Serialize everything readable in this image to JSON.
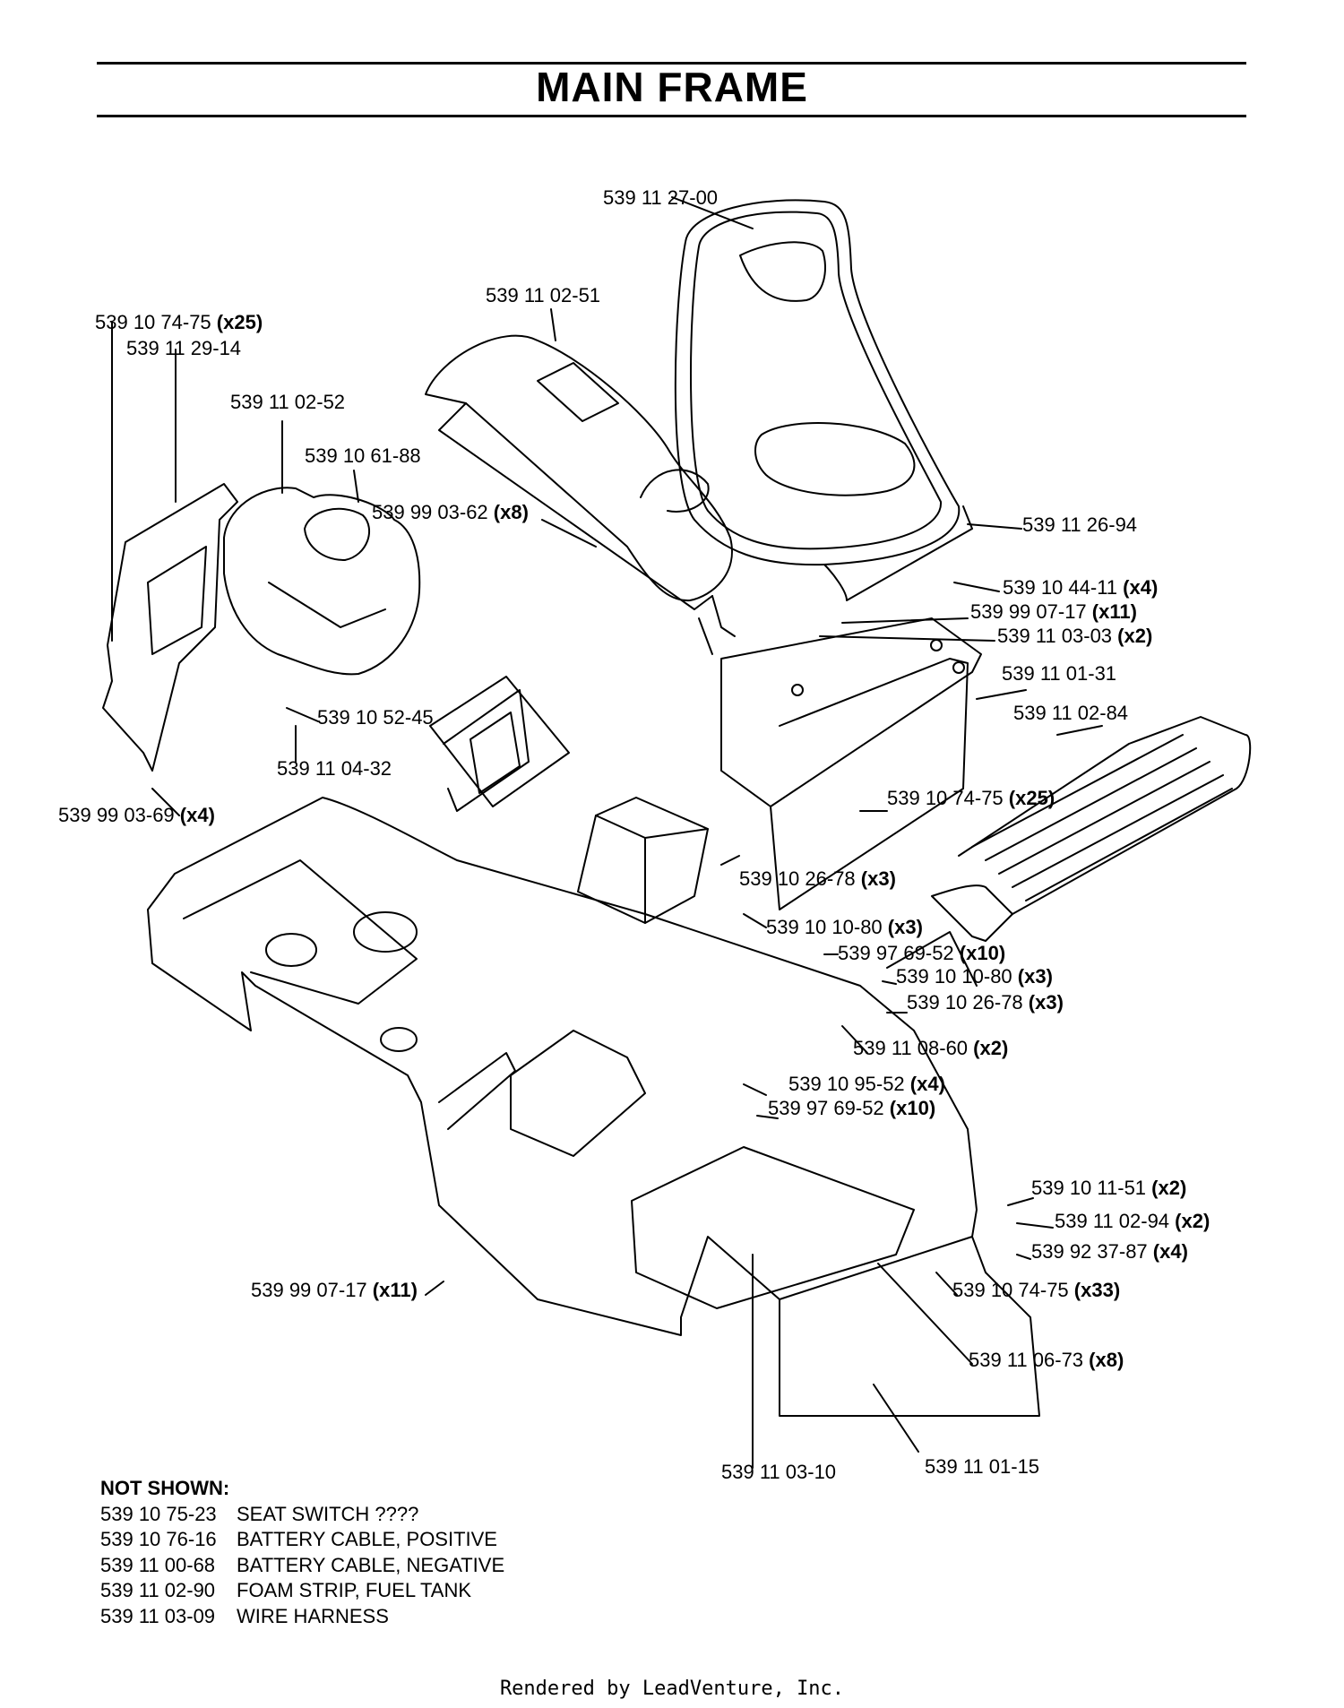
{
  "title": "MAIN FRAME",
  "labels": [
    {
      "id": "p1",
      "pn": "539 11 27-00",
      "qty": ""
    },
    {
      "id": "p2",
      "pn": "539 11 02-51",
      "qty": ""
    },
    {
      "id": "p3",
      "pn": "539 10 74-75",
      "qty": "(x25)"
    },
    {
      "id": "p4",
      "pn": "539 11 29-14",
      "qty": ""
    },
    {
      "id": "p5",
      "pn": "539 11 02-52",
      "qty": ""
    },
    {
      "id": "p6",
      "pn": "539 10 61-88",
      "qty": ""
    },
    {
      "id": "p7",
      "pn": "539 99 03-62",
      "qty": "(x8)"
    },
    {
      "id": "p8",
      "pn": "539 11 26-94",
      "qty": ""
    },
    {
      "id": "p9",
      "pn": "539 10 44-11",
      "qty": "(x4)"
    },
    {
      "id": "p10",
      "pn": "539 99 07-17",
      "qty": "(x11)"
    },
    {
      "id": "p11",
      "pn": "539 11 03-03",
      "qty": "(x2)"
    },
    {
      "id": "p12",
      "pn": "539 11 01-31",
      "qty": ""
    },
    {
      "id": "p13",
      "pn": "539 11 02-84",
      "qty": ""
    },
    {
      "id": "p14",
      "pn": "539 10 52-45",
      "qty": ""
    },
    {
      "id": "p15",
      "pn": "539 11 04-32",
      "qty": ""
    },
    {
      "id": "p16",
      "pn": "539 10 74-75",
      "qty": "(x25)"
    },
    {
      "id": "p17",
      "pn": "539 99 03-69",
      "qty": "(x4)"
    },
    {
      "id": "p18",
      "pn": "539 10 26-78",
      "qty": "(x3)"
    },
    {
      "id": "p19",
      "pn": "539 10 10-80",
      "qty": "(x3)"
    },
    {
      "id": "p20",
      "pn": "539 97 69-52",
      "qty": "(x10)"
    },
    {
      "id": "p21",
      "pn": "539 10 10-80",
      "qty": "(x3)"
    },
    {
      "id": "p22",
      "pn": "539 10 26-78",
      "qty": "(x3)"
    },
    {
      "id": "p23",
      "pn": "539 11 08-60",
      "qty": "(x2)"
    },
    {
      "id": "p24",
      "pn": "539 10 95-52",
      "qty": "(x4)"
    },
    {
      "id": "p25",
      "pn": "539 97 69-52",
      "qty": "(x10)"
    },
    {
      "id": "p26",
      "pn": "539 10 11-51",
      "qty": "(x2)"
    },
    {
      "id": "p27",
      "pn": "539 11 02-94",
      "qty": "(x2)"
    },
    {
      "id": "p28",
      "pn": "539 92 37-87",
      "qty": "(x4)"
    },
    {
      "id": "p29",
      "pn": "539 99 07-17",
      "qty": "(x11)"
    },
    {
      "id": "p30",
      "pn": "539 10 74-75",
      "qty": "(x33)"
    },
    {
      "id": "p31",
      "pn": "539 11 06-73",
      "qty": "(x8)"
    },
    {
      "id": "p32",
      "pn": "539 11 03-10",
      "qty": ""
    },
    {
      "id": "p33",
      "pn": "539 11 01-15",
      "qty": ""
    }
  ],
  "not_shown": {
    "heading": "NOT SHOWN:",
    "items": [
      {
        "pn": "539 10 75-23",
        "desc": "SEAT SWITCH ????"
      },
      {
        "pn": "539 10 76-16",
        "desc": "BATTERY CABLE, POSITIVE"
      },
      {
        "pn": "539 11 00-68",
        "desc": "BATTERY CABLE, NEGATIVE"
      },
      {
        "pn": "539 11 02-90",
        "desc": "FOAM STRIP, FUEL TANK"
      },
      {
        "pn": "539 11 03-09",
        "desc": "WIRE HARNESS"
      }
    ]
  },
  "footer": "Rendered by LeadVenture, Inc."
}
